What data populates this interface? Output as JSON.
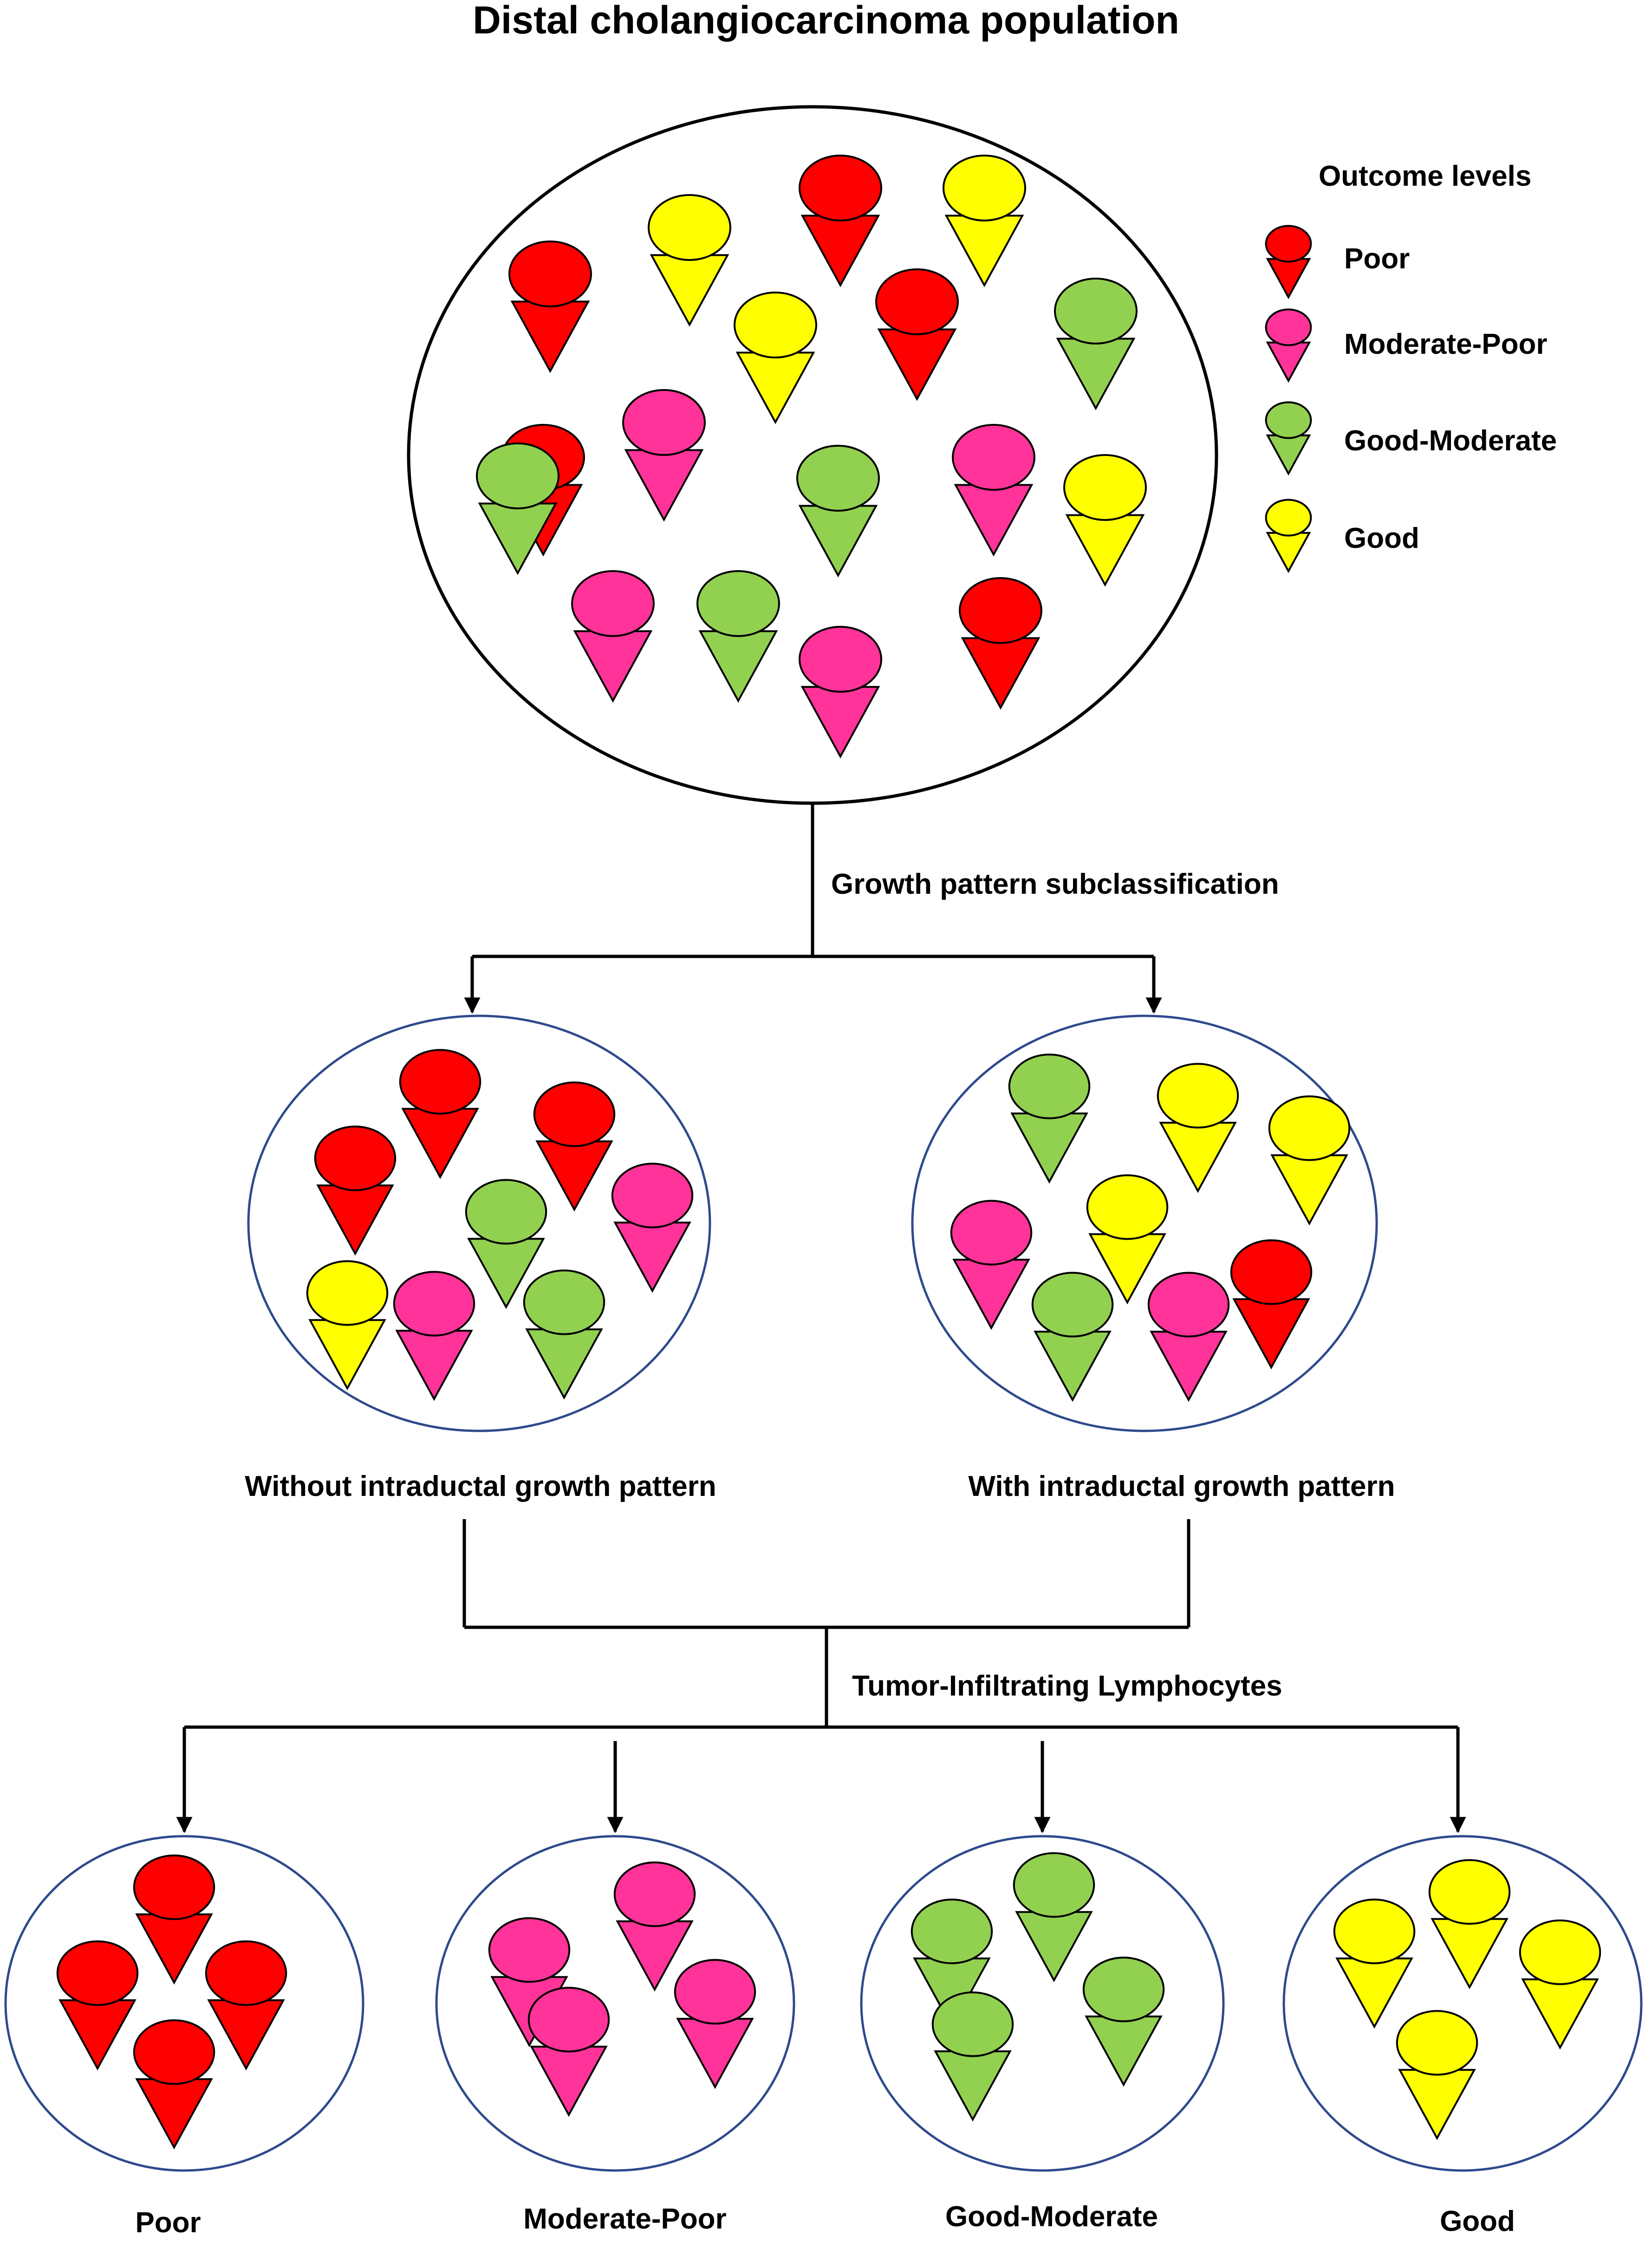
{
  "title": "Distal cholangiocarcinoma population",
  "colors": {
    "Poor": "#ff0000",
    "Moderate-Poor": "#ff3399",
    "Good-Moderate": "#92d050",
    "Good": "#ffff00"
  },
  "legend": {
    "title": "Outcome levels",
    "items": [
      {
        "level": "Poor",
        "label": "Poor"
      },
      {
        "level": "Moderate-Poor",
        "label": "Moderate-Poor"
      },
      {
        "level": "Good-Moderate",
        "label": "Good-Moderate"
      },
      {
        "level": "Good",
        "label": "Good"
      }
    ]
  },
  "steps": {
    "first": "Growth pattern subclassification",
    "second": "Tumor-Infiltrating Lymphocytes"
  },
  "population": {
    "figures": [
      "Poor",
      "Good",
      "Poor",
      "Good",
      "Poor",
      "Good",
      "Poor",
      "Good-Moderate",
      "Good-Moderate",
      "Moderate-Poor",
      "Good-Moderate",
      "Moderate-Poor",
      "Good",
      "Moderate-Poor",
      "Good-Moderate",
      "Moderate-Poor",
      "Poor"
    ]
  },
  "groups": [
    {
      "label": "Without intraductal growth pattern",
      "figures": [
        "Poor",
        "Poor",
        "Poor",
        "Good-Moderate",
        "Moderate-Poor",
        "Good",
        "Moderate-Poor",
        "Good-Moderate"
      ]
    },
    {
      "label": "With intraductal growth pattern",
      "figures": [
        "Good-Moderate",
        "Good",
        "Good",
        "Moderate-Poor",
        "Good",
        "Poor",
        "Good-Moderate",
        "Moderate-Poor"
      ]
    }
  ],
  "outcomes": [
    {
      "label": "Poor",
      "level": "Poor"
    },
    {
      "label": "Moderate-Poor",
      "level": "Moderate-Poor"
    },
    {
      "label": "Good-Moderate",
      "level": "Good-Moderate"
    },
    {
      "label": "Good",
      "level": "Good"
    }
  ]
}
